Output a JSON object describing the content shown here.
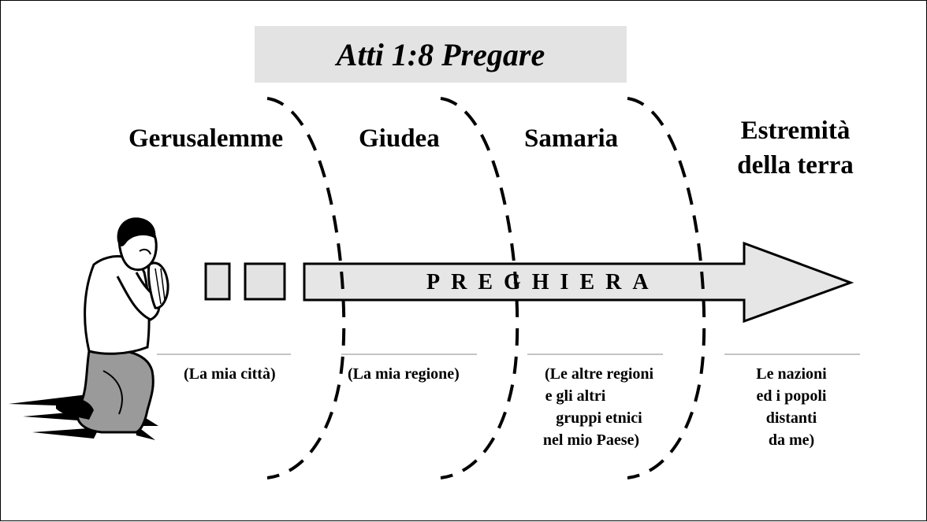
{
  "title": "Atti 1:8 Pregare",
  "arrow_label": "PREGHIERA",
  "regions": [
    {
      "name": "Gerusalemme",
      "description": "(La mia città)"
    },
    {
      "name": "Giudea",
      "description": "(La mia regione)"
    },
    {
      "name": "Samaria",
      "description_lines": [
        "(Le altre regioni",
        "e gli altri",
        "gruppi etnici",
        "nel mio Paese)"
      ]
    },
    {
      "name_lines": [
        "Estremità",
        "della terra"
      ],
      "description_lines": [
        "Le nazioni",
        "ed i popoli",
        "distanti",
        "da me)"
      ]
    }
  ],
  "icons": {
    "figure": "praying-man-icon"
  }
}
